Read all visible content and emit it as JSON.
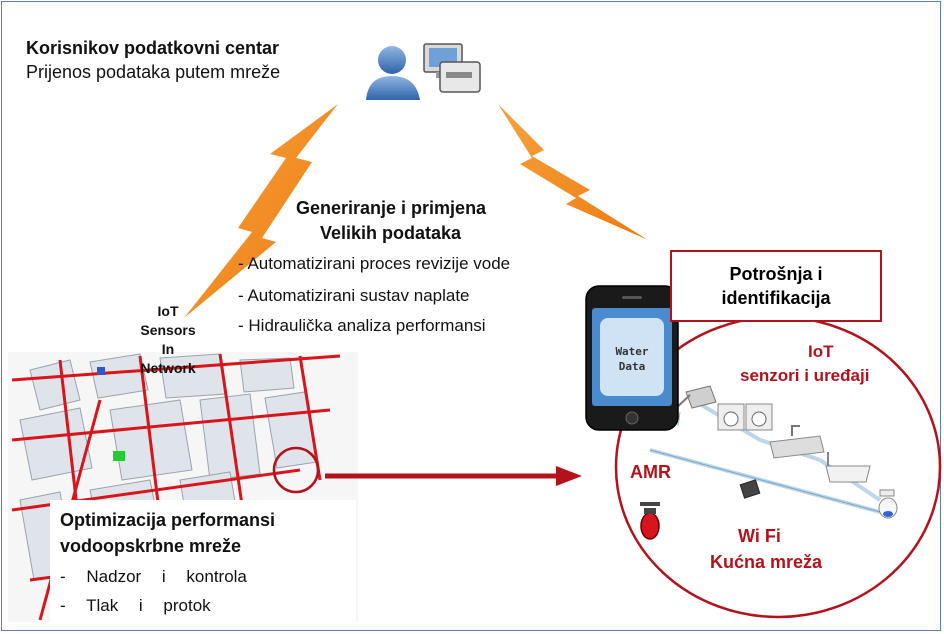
{
  "data_center": {
    "title": "Korisnikov podatkovni centar",
    "subtitle": "Prijenos podataka putem mreže"
  },
  "big_data": {
    "title_line1": "Generiranje i primjena",
    "title_line2": "Velikih podataka",
    "items": [
      "- Automatizirani proces revizije vode",
      "- Automatizirani sustav naplate",
      "- Hidraulička analiza performansi"
    ]
  },
  "iot_network": {
    "lines": [
      "IoT",
      "Sensors",
      "In",
      "Network"
    ]
  },
  "consumption": {
    "title_line1": "Potrošnja i",
    "title_line2": "identifikacija"
  },
  "phone": {
    "line1": "Water",
    "line2": "Data"
  },
  "home": {
    "iot_line1": "IoT",
    "iot_line2": "senzori i uređaji",
    "amr": "AMR",
    "wifi_line1": "Wi Fi",
    "wifi_line2": "Kućna mreža"
  },
  "optimization": {
    "title_line1": "Optimizacija performansi",
    "title_line2": "vodoopskrbne mreže",
    "items": [
      "- Nadzor i kontrola",
      "- Tlak i protok"
    ]
  },
  "colors": {
    "accent_red": "#b3121b",
    "lightning_orange": "#f28a1a",
    "frame_blue": "#5b7fa8"
  }
}
